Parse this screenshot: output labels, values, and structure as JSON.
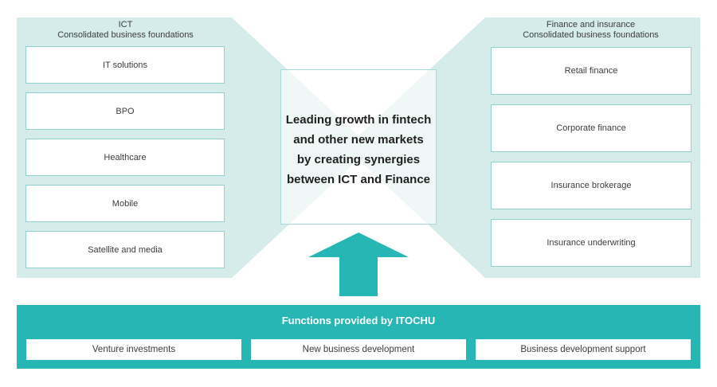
{
  "left_panel": {
    "title_line1": "ICT",
    "title_line2": "Consolidated business foundations",
    "items": [
      "IT solutions",
      "BPO",
      "Healthcare",
      "Mobile",
      "Satellite and media"
    ]
  },
  "right_panel": {
    "title_line1": "Finance and insurance",
    "title_line2": "Consolidated business foundations",
    "items": [
      "Retail finance",
      "Corporate finance",
      "Insurance brokerage",
      "Insurance underwriting"
    ]
  },
  "center": {
    "message_lines": [
      "Leading growth in fintech",
      "and other new markets",
      "by creating synergies",
      "between ICT and Finance"
    ]
  },
  "bottom_bar": {
    "title": "Functions provided by ITOCHU",
    "items": [
      "Venture investments",
      "New business development",
      "Business development support"
    ]
  },
  "icons": {
    "up_arrow": "up-arrow-icon"
  },
  "colors": {
    "teal": "#26b7b4",
    "panel_bg": "#d5ecea",
    "box_border": "#8fd2cf",
    "center_border": "#a8dbd8",
    "text_dark": "#3c3c3c",
    "center_text": "#1f1f1f",
    "bar_text": "#ffffff"
  }
}
